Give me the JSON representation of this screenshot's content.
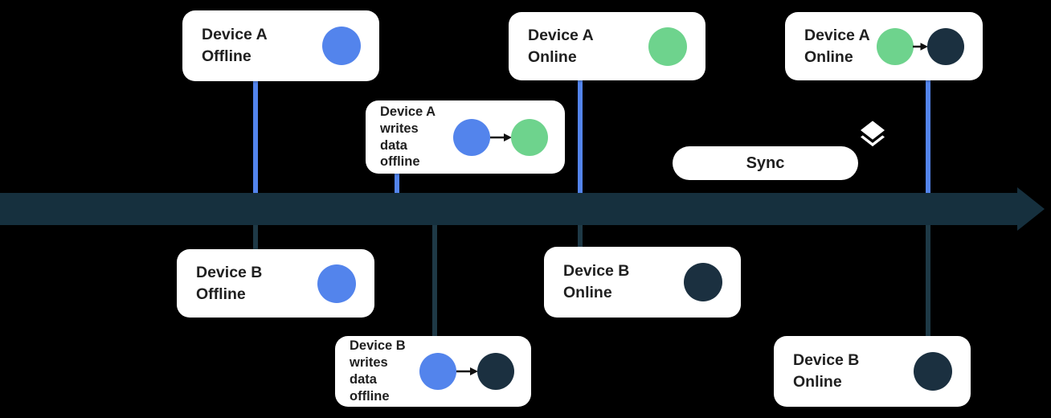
{
  "colors": {
    "blue": "#5384ec",
    "green": "#6ed38d",
    "navy": "#1b3040",
    "timeline": "#16303e",
    "conn-dark": "#1e3946",
    "card-bg": "#ffffff",
    "text": "#1f1f1f",
    "bg": "#000000"
  },
  "sync": {
    "label": "Sync"
  },
  "cards": [
    {
      "name": "device-a-offline",
      "lines": [
        "Device A",
        "Offline"
      ],
      "dots": [
        "blue"
      ]
    },
    {
      "name": "device-a-writes-data-offline",
      "lines": [
        "Device A",
        "writes",
        "data",
        "offline"
      ],
      "dots": [
        "blue",
        "green"
      ],
      "arrow": true
    },
    {
      "name": "device-a-online-mid",
      "lines": [
        "Device A",
        "Online"
      ],
      "dots": [
        "green"
      ]
    },
    {
      "name": "device-a-online-right",
      "lines": [
        "Device A",
        "Online"
      ],
      "dots": [
        "green",
        "navy"
      ],
      "arrow": true
    },
    {
      "name": "device-b-offline",
      "lines": [
        "Device B",
        "Offline"
      ],
      "dots": [
        "blue"
      ]
    },
    {
      "name": "device-b-writes-data-offline",
      "lines": [
        "Device B",
        "writes",
        "data",
        "offline"
      ],
      "dots": [
        "blue",
        "navy"
      ],
      "arrow": true
    },
    {
      "name": "device-b-online-mid",
      "lines": [
        "Device B",
        "Online"
      ],
      "dots": [
        "navy"
      ]
    },
    {
      "name": "device-b-online-right",
      "lines": [
        "Device B",
        "Online"
      ],
      "dots": [
        "navy"
      ]
    }
  ]
}
